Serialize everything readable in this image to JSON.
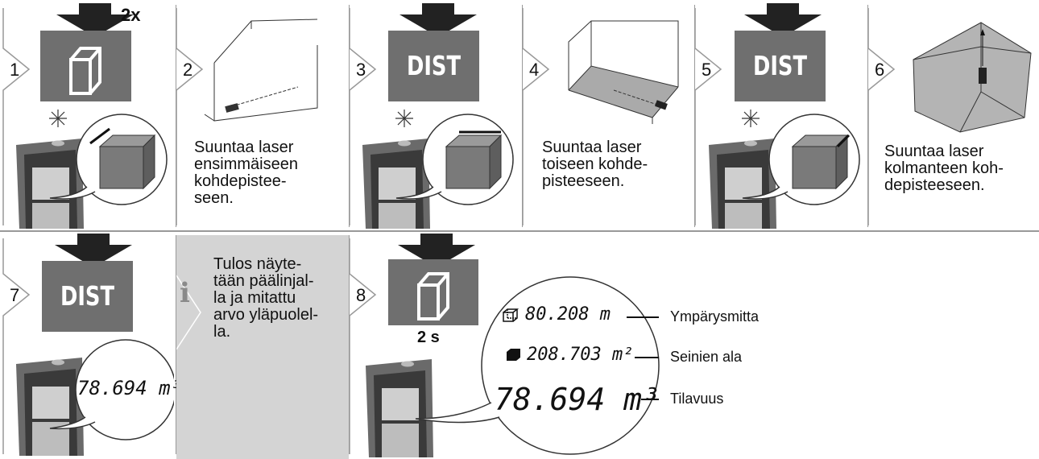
{
  "steps": [
    {
      "num": "1"
    },
    {
      "num": "2",
      "caption": "Suuntaa laser\nensimmäiseen\nkohdepistee-\nseen."
    },
    {
      "num": "3",
      "button": "DIST"
    },
    {
      "num": "4",
      "caption": "Suuntaa laser\ntoiseen kohde-\npisteeseen."
    },
    {
      "num": "5",
      "button": "DIST"
    },
    {
      "num": "6",
      "caption": "Suuntaa laser\nkolmanteen koh-\ndepisteeseen."
    },
    {
      "num": "7",
      "button": "DIST"
    },
    {
      "num": "8"
    }
  ],
  "press_twice": "2x",
  "hold_time": "2 s",
  "info": {
    "icon": "i",
    "text": "Tulos näyte-\ntään päälinjal-\nla ja mitattu\narvo yläpuolel-\nla."
  },
  "step7_display": "78.694 m³",
  "results": [
    {
      "icon": "wireframe-cube-icon",
      "value": "80.208 m",
      "label": "Ympärysmitta"
    },
    {
      "icon": "solid-cube-icon",
      "value": "208.703 m²",
      "label": "Seinien ala"
    },
    {
      "icon": "",
      "value": "78.694 m³",
      "label": "Tilavuus"
    }
  ],
  "colors": {
    "button_gray": "#6f6f6f",
    "info_bg": "#d4d4d4",
    "separator": "#999999"
  }
}
